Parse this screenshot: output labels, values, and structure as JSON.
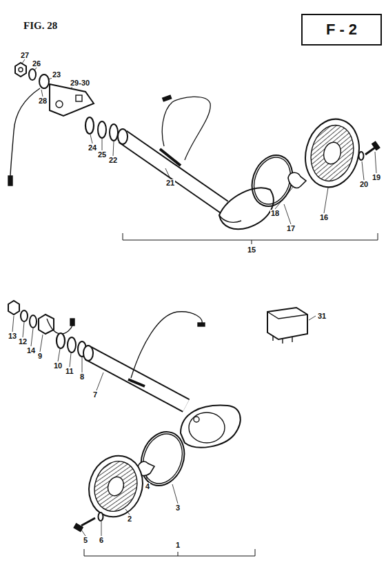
{
  "diagram": {
    "title": "FIG. 28",
    "nodes": [
      {
        "text": [
          "F - 2"
        ]
      }
    ],
    "labels": [
      "27",
      "26",
      "23",
      "29-30",
      "28",
      "24",
      "25",
      "22",
      "21",
      "17",
      "18",
      "16",
      "20",
      "19",
      "15",
      "13",
      "12",
      "14",
      "9",
      "10",
      "11",
      "8",
      "7",
      "31",
      "4",
      "3",
      "2",
      "5",
      "6",
      "1"
    ]
  }
}
